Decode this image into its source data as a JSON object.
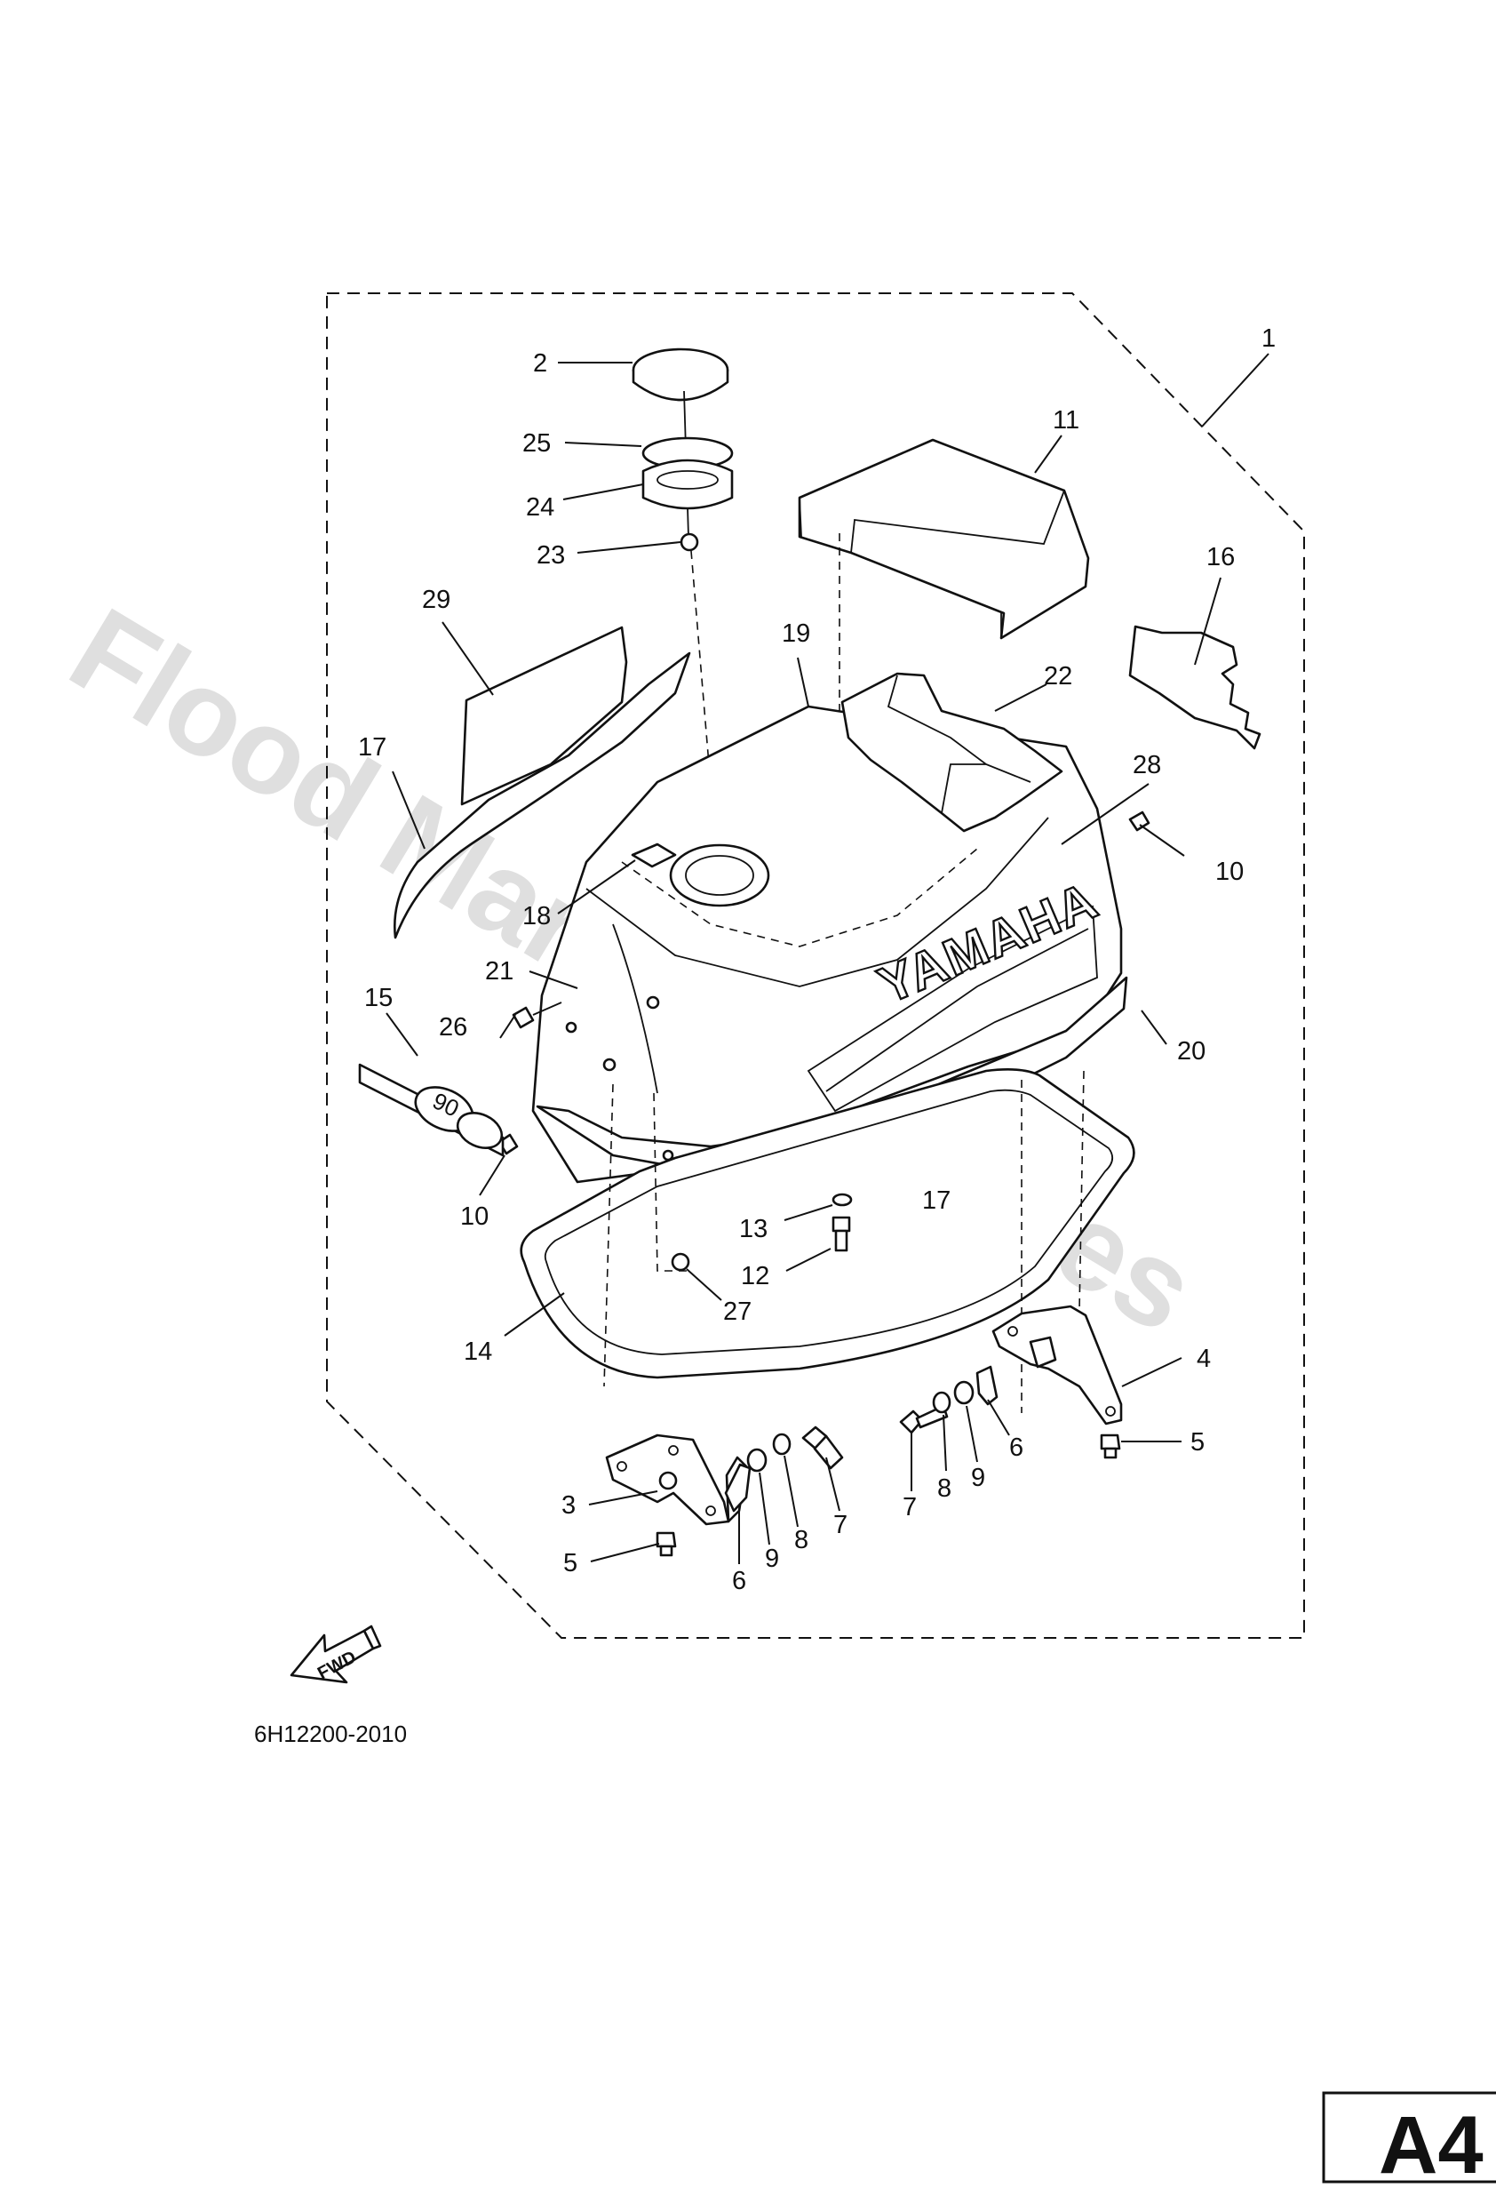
{
  "watermark": "Flood Marine Services",
  "diagram_code": "6H12200-2010",
  "sheet_size": "A4",
  "brand_text": "YAMAHA",
  "model_badge": "90",
  "fwd_arrow": "FWD",
  "labels": {
    "l1": "1",
    "l2": "2",
    "l3": "3",
    "l4": "4",
    "l5a": "5",
    "l5b": "5",
    "l6a": "6",
    "l6b": "6",
    "l7a": "7",
    "l7b": "7",
    "l8a": "8",
    "l8b": "8",
    "l9a": "9",
    "l9b": "9",
    "l10a": "10",
    "l10b": "10",
    "l11": "11",
    "l12": "12",
    "l13": "13",
    "l14": "14",
    "l15": "15",
    "l16": "16",
    "l17a": "17",
    "l17b": "17",
    "l18": "18",
    "l19": "19",
    "l20": "20",
    "l21": "21",
    "l22": "22",
    "l23": "23",
    "l24": "24",
    "l25": "25",
    "l26": "26",
    "l27": "27",
    "l28": "28",
    "l29": "29"
  }
}
